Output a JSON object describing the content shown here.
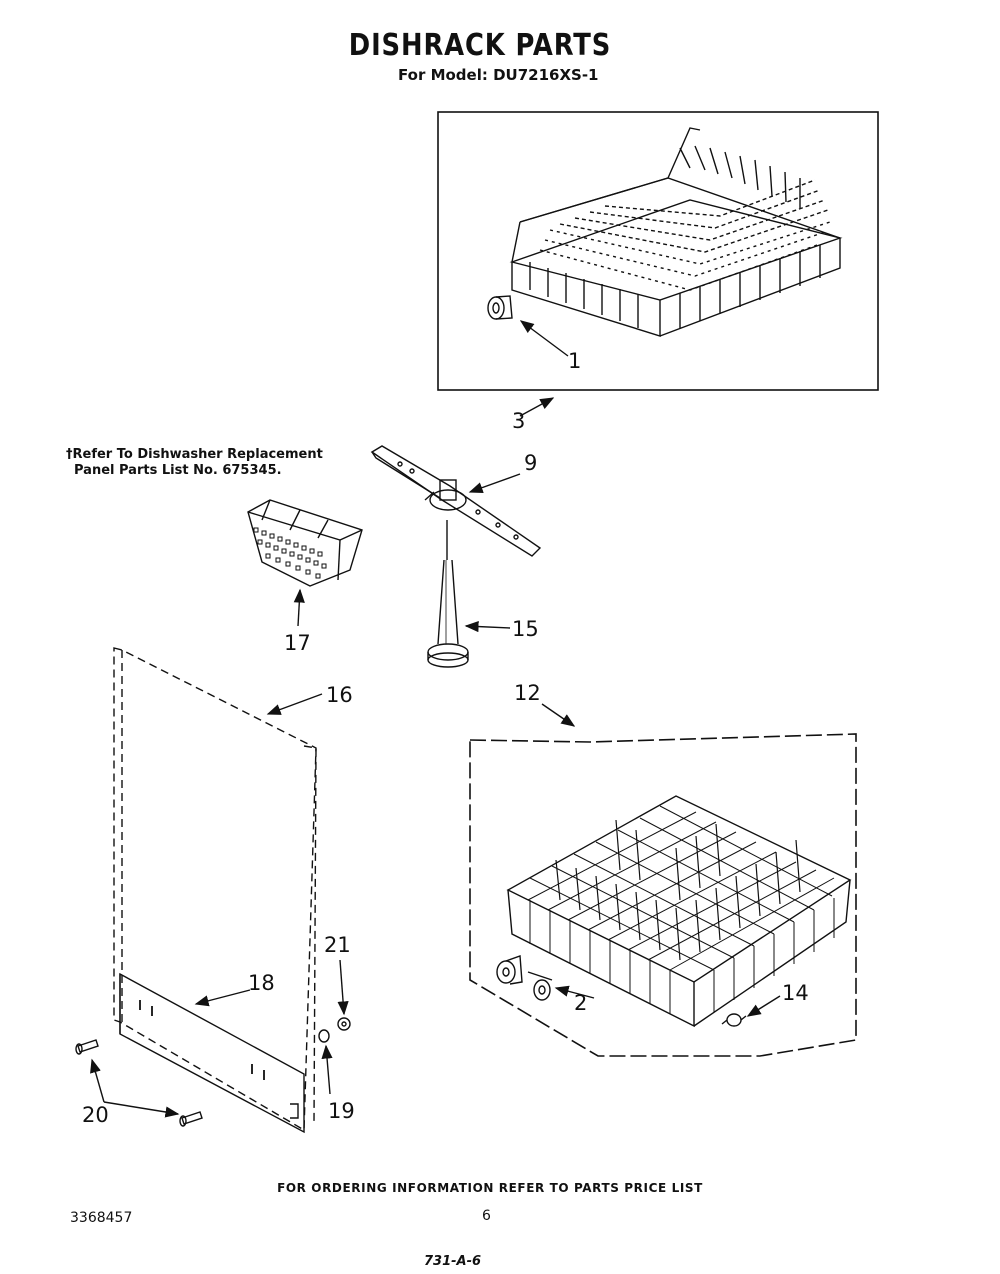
{
  "header": {
    "title": "DISHRACK PARTS",
    "subtitle": "For Model: DU7216XS-1"
  },
  "note": {
    "line1": "†Refer To Dishwasher Replacement",
    "line2": "Panel Parts List No. 675345."
  },
  "callouts": {
    "c1": "1",
    "c2": "2",
    "c3": "3",
    "c9": "9",
    "c12": "12",
    "c14": "14",
    "c15": "15",
    "c16": "16",
    "c17": "17",
    "c18": "18",
    "c19": "19",
    "c20": "20",
    "c21": "21"
  },
  "footer": {
    "ordering": "FOR ORDERING INFORMATION REFER TO PARTS PRICE LIST",
    "doc_number": "3368457",
    "page_number": "6",
    "handwritten": "731-A-6"
  }
}
